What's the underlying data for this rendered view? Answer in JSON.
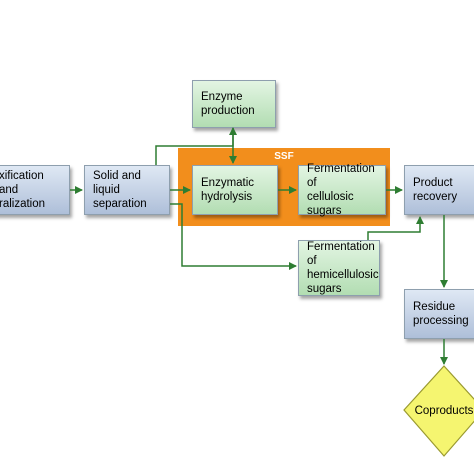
{
  "ssf_label": "SSF",
  "nodes": {
    "detox": "xification and\nralization",
    "separation": "Solid and liquid\nseparation",
    "enzyme_production": "Enzyme\nproduction",
    "enzymatic_hydrolysis": "Enzymatic\nhydrolysis",
    "fermentation_cellulosic": "Fermentation of\ncellulosic sugars",
    "fermentation_hemicellulosic": "Fermentation of\nhemicellulosic\nsugars",
    "product_recovery": "Product\nrecovery",
    "residue_processing": "Residue\nprocessing",
    "coproducts": "Coproducts"
  },
  "colors": {
    "process_box": "#aebfd9",
    "fermentation_box": "#b2ddb2",
    "ssf_region": "#f28e1c",
    "decision_diamond": "#f5f570",
    "arrow": "#2e7d32"
  }
}
